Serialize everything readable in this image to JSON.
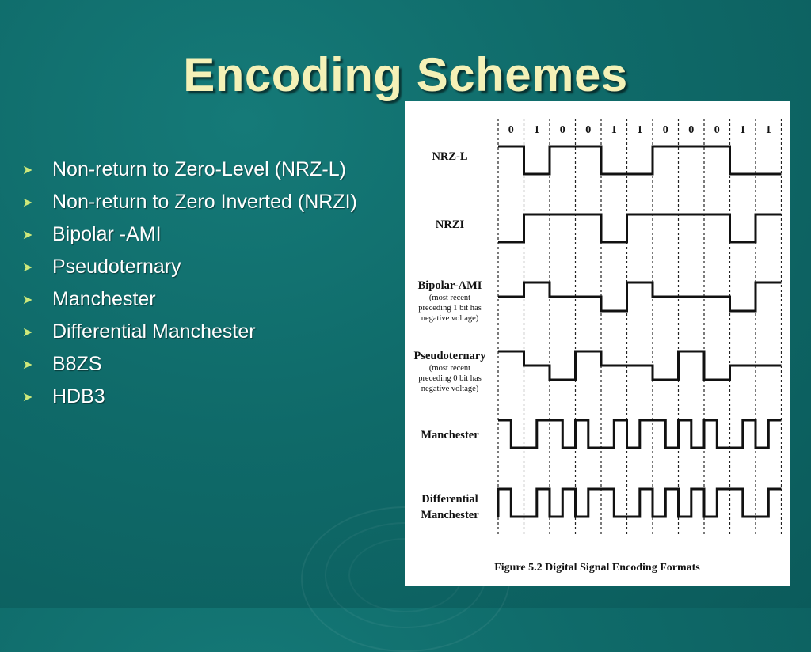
{
  "slide": {
    "title": "Encoding Schemes",
    "accent_colors": {
      "title": "#f4f1b7",
      "background": "#0f6a69",
      "bullet_arrow": "#cfe97a"
    }
  },
  "bullets": [
    "Non-return to Zero-Level (NRZ-L)",
    "Non-return to Zero Inverted (NRZI)",
    "Bipolar -AMI",
    "Pseudoternary",
    "Manchester",
    "Differential Manchester",
    "B8ZS",
    "HDB3"
  ],
  "bullet_icon": "chevron-right-icon",
  "figure": {
    "caption": "Figure 5.2  Digital Signal Encoding Formats",
    "bits": [
      "0",
      "1",
      "0",
      "0",
      "1",
      "1",
      "0",
      "0",
      "0",
      "1",
      "1"
    ],
    "signals": [
      {
        "id": "nrzl",
        "label_lines": [
          "NRZ-L"
        ],
        "levels": [
          "low",
          "high"
        ],
        "sequence": [
          1,
          0,
          1,
          1,
          0,
          0,
          1,
          1,
          1,
          0,
          0
        ]
      },
      {
        "id": "nrzi",
        "label_lines": [
          "NRZI"
        ],
        "levels": [
          "low",
          "high"
        ],
        "sequence": [
          0,
          1,
          1,
          1,
          0,
          1,
          1,
          1,
          1,
          0,
          1
        ]
      },
      {
        "id": "ami",
        "label_lines": [
          "Bipolar-AMI",
          "(most recent",
          "preceding 1 bit has",
          "negative voltage)"
        ],
        "levels": [
          "neg",
          "zero",
          "pos"
        ],
        "sequence": [
          0,
          1,
          0,
          0,
          -1,
          1,
          0,
          0,
          0,
          -1,
          1
        ]
      },
      {
        "id": "pseudo",
        "label_lines": [
          "Pseudoternary",
          "(most recent",
          "preceding 0 bit has",
          "negative voltage)"
        ],
        "levels": [
          "neg",
          "zero",
          "pos"
        ],
        "sequence": [
          1,
          0,
          -1,
          1,
          0,
          0,
          -1,
          1,
          -1,
          0,
          0
        ]
      },
      {
        "id": "manchester",
        "label_lines": [
          "Manchester"
        ],
        "encoding": "manchester"
      },
      {
        "id": "diffman",
        "label_lines": [
          "Differential",
          "Manchester"
        ],
        "encoding": "differential-manchester"
      }
    ]
  }
}
